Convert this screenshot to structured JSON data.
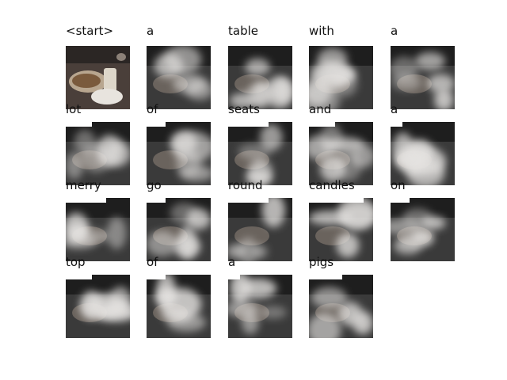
{
  "title": "",
  "words": [
    "<start>",
    "a",
    "table",
    "with",
    "a",
    "lot",
    "of",
    "seats",
    "and",
    "a",
    "merry",
    "go",
    "round",
    "candles",
    "on",
    "top",
    "of",
    "a",
    "pigs"
  ],
  "colors": {
    "background": "#ffffff",
    "text": "#111111"
  }
}
